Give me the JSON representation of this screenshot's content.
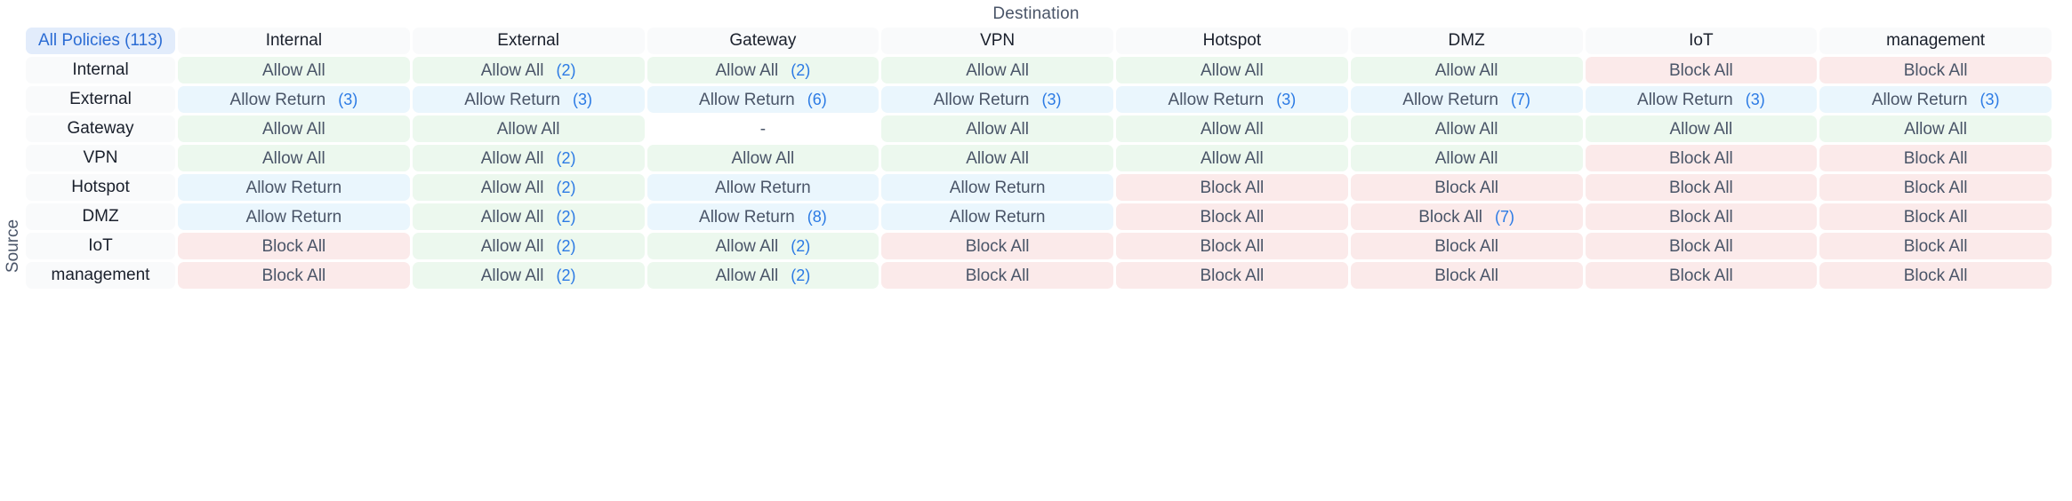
{
  "axes": {
    "destination_label": "Destination",
    "source_label": "Source"
  },
  "corner": {
    "label": "All Policies (113)",
    "total_policies": 113
  },
  "colors": {
    "allow_all_bg": "#ecf8ee",
    "allow_all_border": "#aadfb5",
    "allow_return_bg": "#eaf6fd",
    "allow_return_border": "#b3ddf4",
    "block_all_bg": "#fbeaea",
    "block_all_border": "#eeb3b3",
    "header_bg": "#f9fafb",
    "corner_bg": "#e2ecfb",
    "accent_link": "#2b6cd4",
    "count_blue": "#2b7ae4",
    "text": "#4a5568"
  },
  "chart_data": {
    "type": "heatmap",
    "title": "",
    "xlabel": "Destination",
    "ylabel": "Source",
    "columns": [
      "Internal",
      "External",
      "Gateway",
      "VPN",
      "Hotspot",
      "DMZ",
      "IoT",
      "management"
    ],
    "rows": [
      "Internal",
      "External",
      "Gateway",
      "VPN",
      "Hotspot",
      "DMZ",
      "IoT",
      "management"
    ],
    "legend": [
      "Allow All",
      "Allow Return",
      "Block All"
    ],
    "cells": [
      [
        {
          "label": "Allow All",
          "count": "",
          "kind": "allow-all"
        },
        {
          "label": "Allow All",
          "count": "(2)",
          "kind": "allow-all"
        },
        {
          "label": "Allow All",
          "count": "(2)",
          "kind": "allow-all"
        },
        {
          "label": "Allow All",
          "count": "",
          "kind": "allow-all"
        },
        {
          "label": "Allow All",
          "count": "",
          "kind": "allow-all"
        },
        {
          "label": "Allow All",
          "count": "",
          "kind": "allow-all"
        },
        {
          "label": "Block All",
          "count": "",
          "kind": "block-all"
        },
        {
          "label": "Block All",
          "count": "",
          "kind": "block-all"
        }
      ],
      [
        {
          "label": "Allow Return",
          "count": "(3)",
          "kind": "allow-return"
        },
        {
          "label": "Allow Return",
          "count": "(3)",
          "kind": "allow-return"
        },
        {
          "label": "Allow Return",
          "count": "(6)",
          "kind": "allow-return"
        },
        {
          "label": "Allow Return",
          "count": "(3)",
          "kind": "allow-return"
        },
        {
          "label": "Allow Return",
          "count": "(3)",
          "kind": "allow-return"
        },
        {
          "label": "Allow Return",
          "count": "(7)",
          "kind": "allow-return"
        },
        {
          "label": "Allow Return",
          "count": "(3)",
          "kind": "allow-return"
        },
        {
          "label": "Allow Return",
          "count": "(3)",
          "kind": "allow-return"
        }
      ],
      [
        {
          "label": "Allow All",
          "count": "",
          "kind": "allow-all"
        },
        {
          "label": "Allow All",
          "count": "",
          "kind": "allow-all"
        },
        {
          "label": "-",
          "count": "",
          "kind": "none"
        },
        {
          "label": "Allow All",
          "count": "",
          "kind": "allow-all"
        },
        {
          "label": "Allow All",
          "count": "",
          "kind": "allow-all"
        },
        {
          "label": "Allow All",
          "count": "",
          "kind": "allow-all"
        },
        {
          "label": "Allow All",
          "count": "",
          "kind": "allow-all"
        },
        {
          "label": "Allow All",
          "count": "",
          "kind": "allow-all"
        }
      ],
      [
        {
          "label": "Allow All",
          "count": "",
          "kind": "allow-all"
        },
        {
          "label": "Allow All",
          "count": "(2)",
          "kind": "allow-all"
        },
        {
          "label": "Allow All",
          "count": "",
          "kind": "allow-all"
        },
        {
          "label": "Allow All",
          "count": "",
          "kind": "allow-all"
        },
        {
          "label": "Allow All",
          "count": "",
          "kind": "allow-all"
        },
        {
          "label": "Allow All",
          "count": "",
          "kind": "allow-all"
        },
        {
          "label": "Block All",
          "count": "",
          "kind": "block-all"
        },
        {
          "label": "Block All",
          "count": "",
          "kind": "block-all"
        }
      ],
      [
        {
          "label": "Allow Return",
          "count": "",
          "kind": "allow-return"
        },
        {
          "label": "Allow All",
          "count": "(2)",
          "kind": "allow-all"
        },
        {
          "label": "Allow Return",
          "count": "",
          "kind": "allow-return"
        },
        {
          "label": "Allow Return",
          "count": "",
          "kind": "allow-return"
        },
        {
          "label": "Block All",
          "count": "",
          "kind": "block-all"
        },
        {
          "label": "Block All",
          "count": "",
          "kind": "block-all"
        },
        {
          "label": "Block All",
          "count": "",
          "kind": "block-all"
        },
        {
          "label": "Block All",
          "count": "",
          "kind": "block-all"
        }
      ],
      [
        {
          "label": "Allow Return",
          "count": "",
          "kind": "allow-return"
        },
        {
          "label": "Allow All",
          "count": "(2)",
          "kind": "allow-all"
        },
        {
          "label": "Allow Return",
          "count": "(8)",
          "kind": "allow-return"
        },
        {
          "label": "Allow Return",
          "count": "",
          "kind": "allow-return"
        },
        {
          "label": "Block All",
          "count": "",
          "kind": "block-all"
        },
        {
          "label": "Block All",
          "count": "(7)",
          "kind": "block-all"
        },
        {
          "label": "Block All",
          "count": "",
          "kind": "block-all"
        },
        {
          "label": "Block All",
          "count": "",
          "kind": "block-all"
        }
      ],
      [
        {
          "label": "Block All",
          "count": "",
          "kind": "block-all"
        },
        {
          "label": "Allow All",
          "count": "(2)",
          "kind": "allow-all"
        },
        {
          "label": "Allow All",
          "count": "(2)",
          "kind": "allow-all"
        },
        {
          "label": "Block All",
          "count": "",
          "kind": "block-all"
        },
        {
          "label": "Block All",
          "count": "",
          "kind": "block-all"
        },
        {
          "label": "Block All",
          "count": "",
          "kind": "block-all"
        },
        {
          "label": "Block All",
          "count": "",
          "kind": "block-all"
        },
        {
          "label": "Block All",
          "count": "",
          "kind": "block-all"
        }
      ],
      [
        {
          "label": "Block All",
          "count": "",
          "kind": "block-all"
        },
        {
          "label": "Allow All",
          "count": "(2)",
          "kind": "allow-all"
        },
        {
          "label": "Allow All",
          "count": "(2)",
          "kind": "allow-all"
        },
        {
          "label": "Block All",
          "count": "",
          "kind": "block-all"
        },
        {
          "label": "Block All",
          "count": "",
          "kind": "block-all"
        },
        {
          "label": "Block All",
          "count": "",
          "kind": "block-all"
        },
        {
          "label": "Block All",
          "count": "",
          "kind": "block-all"
        },
        {
          "label": "Block All",
          "count": "",
          "kind": "block-all"
        }
      ]
    ]
  }
}
